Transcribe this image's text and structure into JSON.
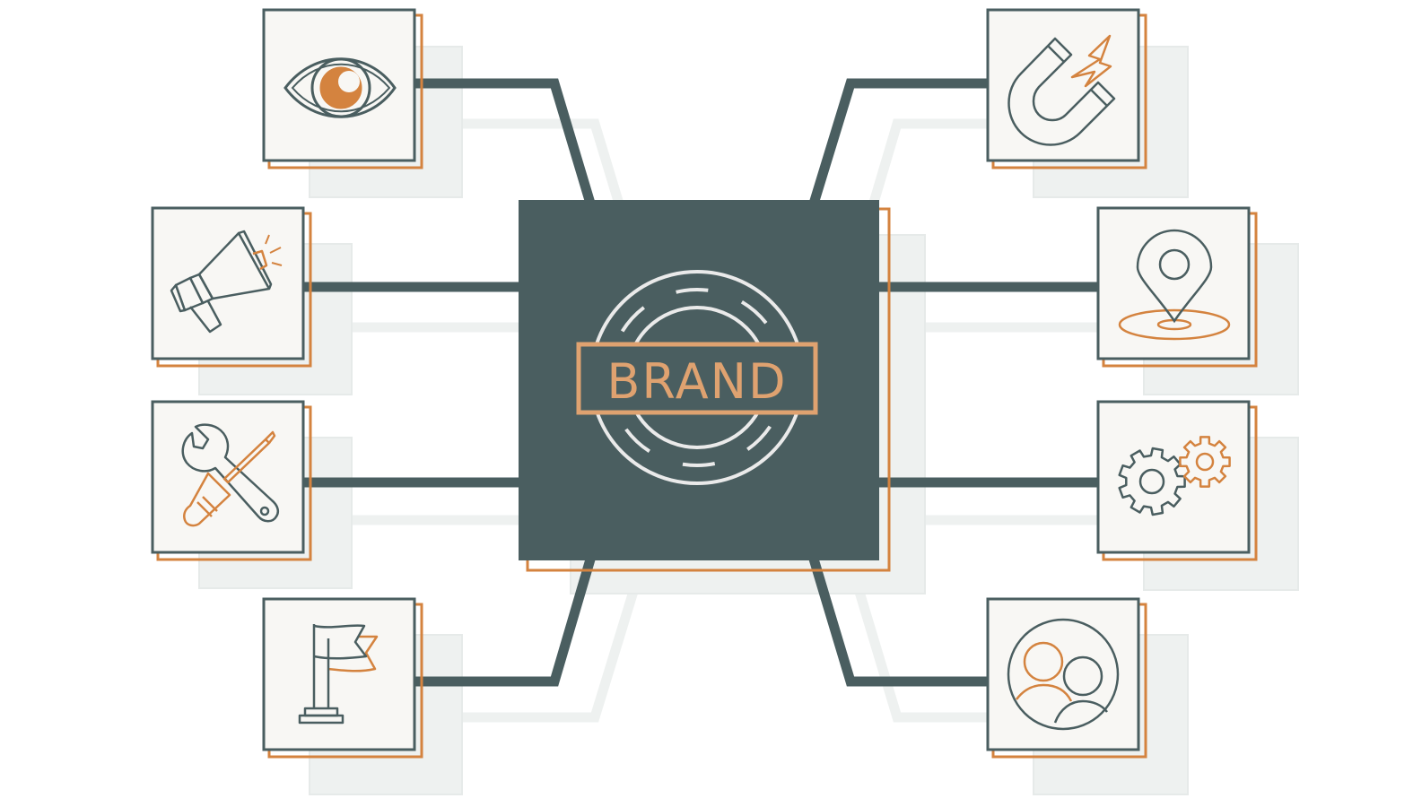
{
  "center": {
    "label": "BRAND"
  },
  "colors": {
    "dark": "#4a5e60",
    "accent": "#d4833f",
    "accent_light": "#dfa270",
    "tile_bg": "#f8f7f4",
    "shadow": "#eef1f0",
    "ring": "#eaeaea"
  },
  "nodes": [
    {
      "id": "eye",
      "icon": "eye-icon",
      "side": "left"
    },
    {
      "id": "megaphone",
      "icon": "megaphone-icon",
      "side": "left"
    },
    {
      "id": "tools",
      "icon": "wrench-screwdriver-icon",
      "side": "left"
    },
    {
      "id": "flag",
      "icon": "flag-icon",
      "side": "left"
    },
    {
      "id": "magnet",
      "icon": "magnet-icon",
      "side": "right"
    },
    {
      "id": "location",
      "icon": "location-pin-icon",
      "side": "right"
    },
    {
      "id": "gears",
      "icon": "gears-icon",
      "side": "right"
    },
    {
      "id": "people",
      "icon": "people-icon",
      "side": "right"
    }
  ]
}
